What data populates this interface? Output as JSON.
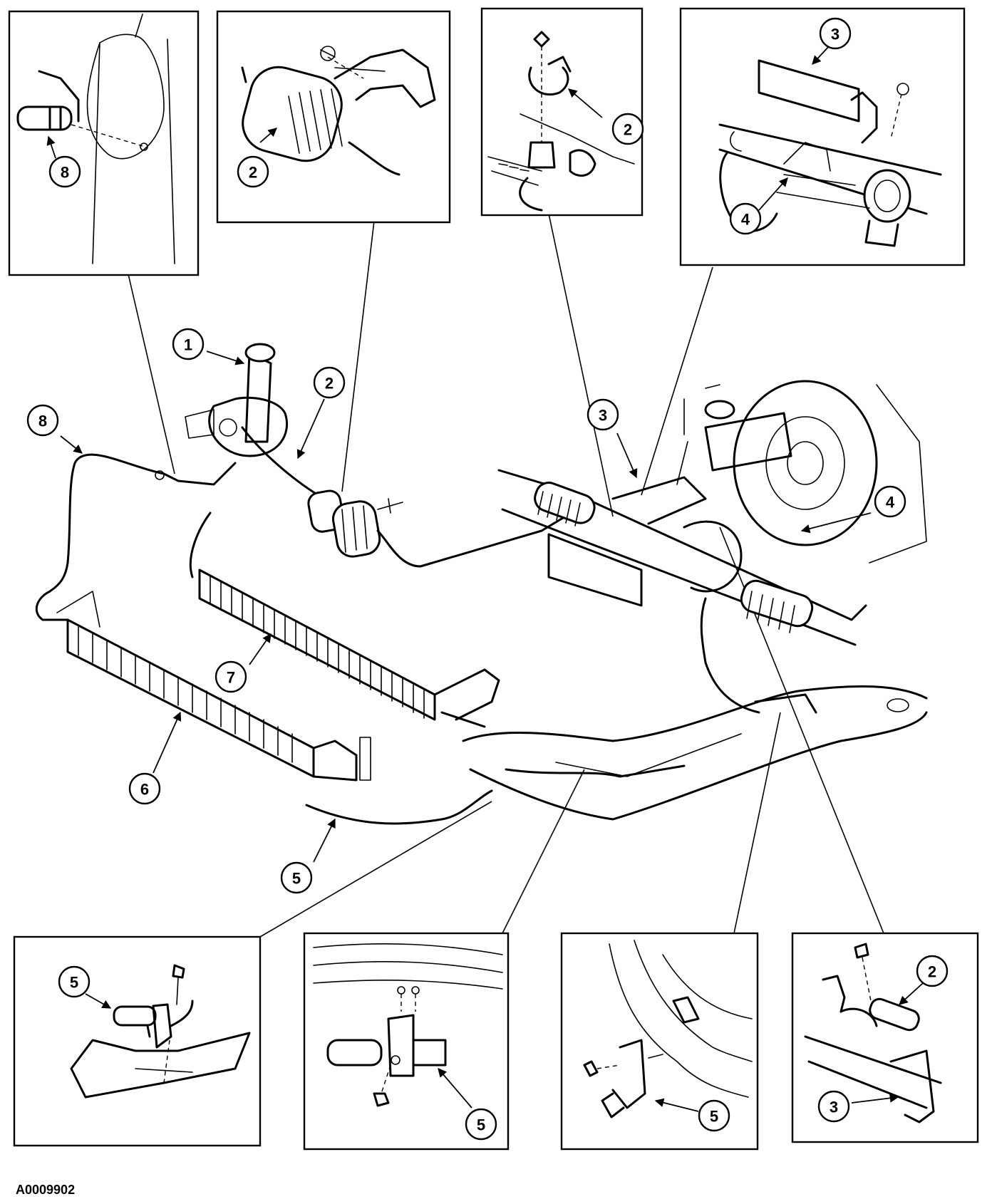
{
  "figure_id": "A0009902",
  "callout_numbers": [
    "1",
    "2",
    "3",
    "4",
    "5",
    "6",
    "7",
    "8"
  ],
  "colors": {
    "line": "#000000",
    "paper": "#ffffff"
  }
}
